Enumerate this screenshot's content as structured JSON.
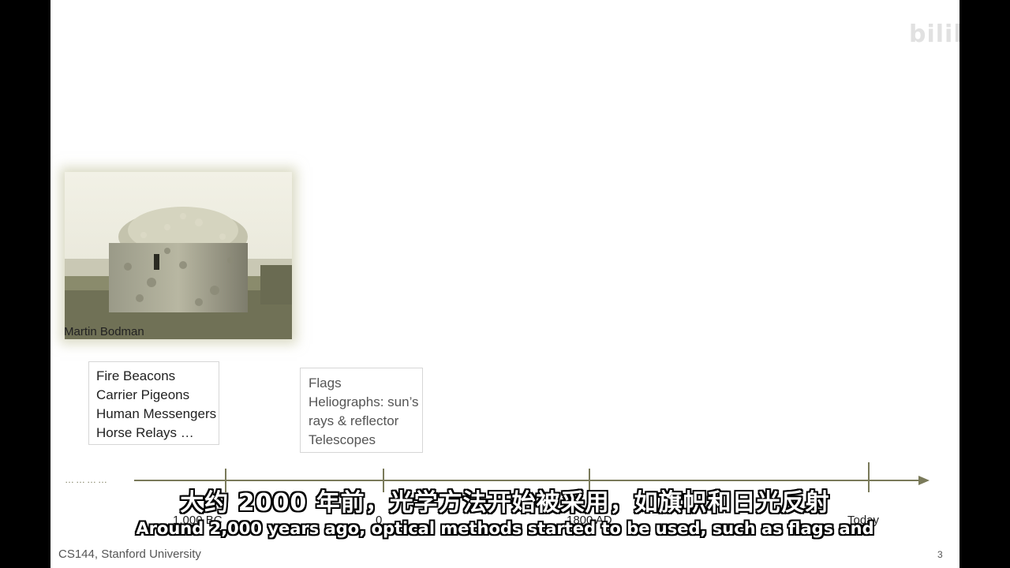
{
  "watermark": "bilibili",
  "photo": {
    "caption": "Martin Bodman"
  },
  "box_left": {
    "items": [
      "Fire Beacons",
      "Carrier Pigeons",
      "Human Messengers",
      "Horse Relays …"
    ]
  },
  "box_right": {
    "items": [
      "Flags",
      "Heliographs: sun’s",
      "rays & reflector",
      "Telescopes"
    ]
  },
  "timeline": {
    "dots": "…………",
    "ticks": [
      {
        "label": "1,000 BC"
      },
      {
        "label": "0"
      },
      {
        "label": "1800 AD"
      },
      {
        "label": "Today"
      }
    ]
  },
  "subtitles": {
    "cn": "大约 2000 年前，光学方法开始被采用，如旗帜和日光反射",
    "en": "Around 2,000 years ago, optical methods started to be used, such as flags and"
  },
  "footer": {
    "course": "CS144, Stanford University",
    "page": "3"
  },
  "colors": {
    "timeline": "#7a7a5a",
    "text": "#222222",
    "subtitle": "#ffffff"
  }
}
